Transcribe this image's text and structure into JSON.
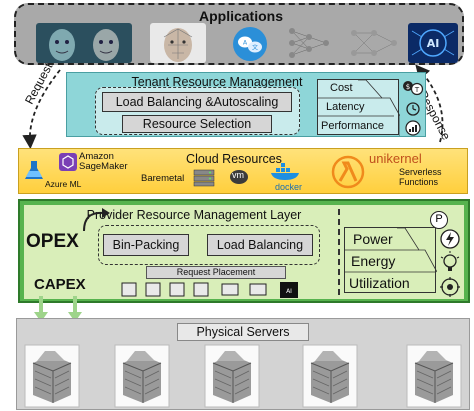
{
  "applications": {
    "title": "Applications"
  },
  "tenant": {
    "title": "Tenant Resource Management",
    "load_balancing": "Load Balancing &Autoscaling",
    "resource_selection": "Resource Selection",
    "metrics": [
      "Cost",
      "Latency",
      "Performance"
    ]
  },
  "arrows": {
    "request": "Request",
    "response": "Response"
  },
  "cloud": {
    "title": "Cloud Resources",
    "azure": "Azure ML",
    "sagemaker_line1": "Amazon",
    "sagemaker_line2": "SageMaker",
    "baremetal": "Baremetal",
    "vm": "vm",
    "docker": "docker",
    "unikernel": "unikernel",
    "serverless_line1": "Serverless",
    "serverless_line2": "Functions"
  },
  "provider": {
    "title": "Provider Resource Management Layer",
    "opex": "OPEX",
    "capex": "CAPEX",
    "bin_packing": "Bin-Packing",
    "load_balancing": "Load Balancing",
    "request_placement": "Request Placement",
    "metrics": [
      "Power",
      "Energy",
      "Utilization"
    ],
    "power_symbol": "P"
  },
  "physical": {
    "title": "Physical Servers"
  },
  "colors": {
    "applications": "#a9a9a9",
    "tenant": "#8ed6d8",
    "cloud": "#ffcf3d",
    "provider": "#57b34e",
    "provider_inner": "#d9eeb9",
    "physical": "#d3d3d3"
  }
}
